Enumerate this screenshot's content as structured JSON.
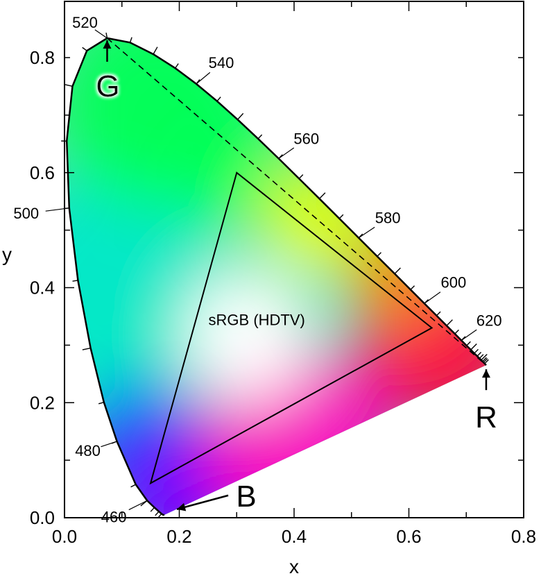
{
  "chart_data": {
    "type": "chromaticity-diagram",
    "xlabel": "x",
    "ylabel": "y",
    "xlim": [
      0,
      0.8
    ],
    "ylim": [
      0,
      0.9
    ],
    "x_ticks": [
      "0.0",
      "0.2",
      "0.4",
      "0.6",
      "0.8"
    ],
    "y_ticks": [
      "0.0",
      "0.2",
      "0.4",
      "0.6",
      "0.8"
    ],
    "spectral_locus": [
      [
        0.1741,
        0.005
      ],
      [
        0.173,
        0.005
      ],
      [
        0.1714,
        0.0051
      ],
      [
        0.1689,
        0.0069
      ],
      [
        0.1644,
        0.0109
      ],
      [
        0.1566,
        0.0177
      ],
      [
        0.144,
        0.0297
      ],
      [
        0.1241,
        0.0578
      ],
      [
        0.0913,
        0.1327
      ],
      [
        0.0687,
        0.2007
      ],
      [
        0.0454,
        0.295
      ],
      [
        0.0235,
        0.4127
      ],
      [
        0.0082,
        0.5384
      ],
      [
        0.0039,
        0.6548
      ],
      [
        0.0139,
        0.7502
      ],
      [
        0.0389,
        0.812
      ],
      [
        0.0743,
        0.8338
      ],
      [
        0.1142,
        0.8262
      ],
      [
        0.1547,
        0.8059
      ],
      [
        0.1929,
        0.7816
      ],
      [
        0.2296,
        0.7543
      ],
      [
        0.2658,
        0.7243
      ],
      [
        0.3016,
        0.6923
      ],
      [
        0.3373,
        0.6589
      ],
      [
        0.3731,
        0.6245
      ],
      [
        0.4087,
        0.5896
      ],
      [
        0.4441,
        0.5547
      ],
      [
        0.4788,
        0.5202
      ],
      [
        0.5125,
        0.4866
      ],
      [
        0.5448,
        0.4544
      ],
      [
        0.5752,
        0.4242
      ],
      [
        0.6029,
        0.3965
      ],
      [
        0.627,
        0.3725
      ],
      [
        0.6482,
        0.3514
      ],
      [
        0.6658,
        0.334
      ],
      [
        0.6801,
        0.3197
      ],
      [
        0.6915,
        0.3083
      ],
      [
        0.7006,
        0.2993
      ],
      [
        0.7079,
        0.292
      ],
      [
        0.714,
        0.2859
      ],
      [
        0.719,
        0.2809
      ],
      [
        0.723,
        0.277
      ],
      [
        0.726,
        0.274
      ],
      [
        0.7283,
        0.2717
      ],
      [
        0.73,
        0.27
      ],
      [
        0.732,
        0.268
      ],
      [
        0.7347,
        0.2653
      ]
    ],
    "wavelength_labels": [
      {
        "nm": "460",
        "x": 0.144,
        "y": 0.0297
      },
      {
        "nm": "480",
        "x": 0.0913,
        "y": 0.1327
      },
      {
        "nm": "500",
        "x": 0.0082,
        "y": 0.5384
      },
      {
        "nm": "520",
        "x": 0.0743,
        "y": 0.8338
      },
      {
        "nm": "540",
        "x": 0.2296,
        "y": 0.7543
      },
      {
        "nm": "560",
        "x": 0.3731,
        "y": 0.6245
      },
      {
        "nm": "580",
        "x": 0.5125,
        "y": 0.4866
      },
      {
        "nm": "600",
        "x": 0.627,
        "y": 0.3725
      },
      {
        "nm": "620",
        "x": 0.6915,
        "y": 0.3083
      }
    ],
    "primaries": [
      {
        "name": "G",
        "x": 0.0743,
        "y": 0.8338
      },
      {
        "name": "R",
        "x": 0.7347,
        "y": 0.2653
      },
      {
        "name": "B",
        "x": 0.1741,
        "y": 0.005
      }
    ],
    "gamut": {
      "name": "sRGB (HDTV)",
      "vertices": [
        [
          0.64,
          0.33
        ],
        [
          0.3,
          0.6
        ],
        [
          0.15,
          0.06
        ]
      ]
    },
    "fill_colors": {
      "red": "#ff0040",
      "orange": "#ff8a00",
      "yellow": "#e8ff00",
      "green": "#00ff55",
      "cyan": "#00e8c8",
      "blue": "#0040ff",
      "violet": "#7000ff",
      "magenta": "#ff00c0",
      "white": "#ffffff"
    }
  }
}
